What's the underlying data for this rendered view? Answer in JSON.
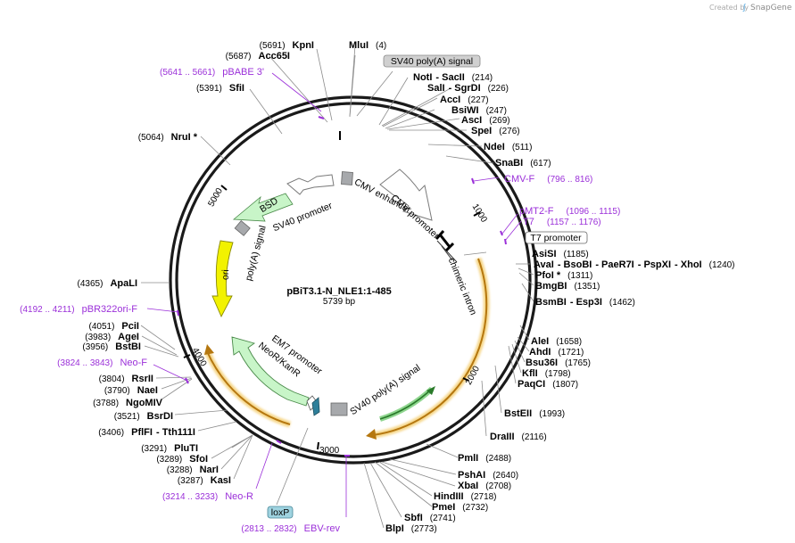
{
  "brand": {
    "created_by": "Created by",
    "name": "SnapGene"
  },
  "map": {
    "name": "pBiT3.1-N_NLE1:1-485",
    "length": "5739 bp",
    "ticks": [
      {
        "label": "1000",
        "bp": 1000
      },
      {
        "label": "2000",
        "bp": 2000
      },
      {
        "label": "3000",
        "bp": 3000
      },
      {
        "label": "4000",
        "bp": 4000
      },
      {
        "label": "5000",
        "bp": 5000
      }
    ]
  },
  "enzymes": [
    {
      "name": "MluI",
      "pos": "(4)",
      "side": "right"
    },
    {
      "name": "KpnI",
      "pos": "(5691)",
      "side": "left"
    },
    {
      "name": "Acc65I",
      "pos": "(5687)",
      "side": "left"
    },
    {
      "name": "SfiI",
      "pos": "(5391)",
      "side": "left"
    },
    {
      "name": "NruI *",
      "pos": "(5064)",
      "side": "left"
    },
    {
      "name": "NotI",
      "name2": "SacII",
      "pos": "(214)",
      "side": "right"
    },
    {
      "name": "SalI",
      "name2": "SgrDI",
      "pos": "(226)",
      "side": "right"
    },
    {
      "name": "AccI",
      "pos": "(227)",
      "side": "right"
    },
    {
      "name": "BsiWI",
      "pos": "(247)",
      "side": "right"
    },
    {
      "name": "AscI",
      "pos": "(269)",
      "side": "right"
    },
    {
      "name": "SpeI",
      "pos": "(276)",
      "side": "right"
    },
    {
      "name": "NdeI",
      "pos": "(511)",
      "side": "right"
    },
    {
      "name": "SnaBI",
      "pos": "(617)",
      "side": "right"
    },
    {
      "name": "AsiSI",
      "pos": "(1185)",
      "side": "right"
    },
    {
      "name": "AvaI",
      "name2": "BsoBI",
      "name3": "PaeR7I",
      "name4": "PspXI",
      "name5": "XhoI",
      "pos": "(1240)",
      "side": "right"
    },
    {
      "name": "PfoI *",
      "pos": "(1311)",
      "side": "right"
    },
    {
      "name": "BmgBI",
      "pos": "(1351)",
      "side": "right"
    },
    {
      "name": "BsmBI",
      "name2": "Esp3I",
      "pos": "(1462)",
      "side": "right"
    },
    {
      "name": "AleI",
      "pos": "(1658)",
      "side": "right"
    },
    {
      "name": "AhdI",
      "pos": "(1721)",
      "side": "right"
    },
    {
      "name": "Bsu36I",
      "pos": "(1765)",
      "side": "right"
    },
    {
      "name": "KflI",
      "pos": "(1798)",
      "side": "right"
    },
    {
      "name": "PaqCI",
      "pos": "(1807)",
      "side": "right"
    },
    {
      "name": "BstEII",
      "pos": "(1993)",
      "side": "right"
    },
    {
      "name": "DraIII",
      "pos": "(2116)",
      "side": "right"
    },
    {
      "name": "PmlI",
      "pos": "(2488)",
      "side": "right"
    },
    {
      "name": "PshAI",
      "pos": "(2640)",
      "side": "right"
    },
    {
      "name": "XbaI",
      "pos": "(2708)",
      "side": "right"
    },
    {
      "name": "HindIII",
      "pos": "(2718)",
      "side": "right"
    },
    {
      "name": "PmeI",
      "pos": "(2732)",
      "side": "right"
    },
    {
      "name": "SbfI",
      "pos": "(2741)",
      "side": "right"
    },
    {
      "name": "BlpI",
      "pos": "(2773)",
      "side": "right"
    },
    {
      "name": "KasI",
      "pos": "(3287)",
      "side": "left"
    },
    {
      "name": "NarI",
      "pos": "(3288)",
      "side": "left"
    },
    {
      "name": "SfoI",
      "pos": "(3289)",
      "side": "left"
    },
    {
      "name": "PluTI",
      "pos": "(3291)",
      "side": "left"
    },
    {
      "name": "PflFI",
      "name2": "Tth111I",
      "pos": "(3406)",
      "side": "left"
    },
    {
      "name": "BsrDI",
      "pos": "(3521)",
      "side": "left"
    },
    {
      "name": "NgoMIV",
      "pos": "(3788)",
      "side": "left"
    },
    {
      "name": "NaeI",
      "pos": "(3790)",
      "side": "left"
    },
    {
      "name": "RsrII",
      "pos": "(3804)",
      "side": "left"
    },
    {
      "name": "BstBI",
      "pos": "(3956)",
      "side": "left"
    },
    {
      "name": "AgeI",
      "pos": "(3983)",
      "side": "left"
    },
    {
      "name": "PciI",
      "pos": "(4051)",
      "side": "left"
    },
    {
      "name": "ApaLI",
      "pos": "(4365)",
      "side": "left"
    }
  ],
  "primers": [
    {
      "name": "pBABE 3'",
      "range": "(5641 .. 5661)"
    },
    {
      "name": "CMV-F",
      "range": "(796 .. 816)"
    },
    {
      "name": "pMT2-F",
      "range": "(1096 .. 1115)"
    },
    {
      "name": "T7",
      "range": "(1157 .. 1176)"
    },
    {
      "name": "pBR322ori-F",
      "range": "(4192 .. 4211)"
    },
    {
      "name": "Neo-F",
      "range": "(3824 .. 3843)"
    },
    {
      "name": "Neo-R",
      "range": "(3214 .. 3233)"
    },
    {
      "name": "EBV-rev",
      "range": "(2813 .. 2832)"
    }
  ],
  "features": {
    "sv40_polya_top": "SV40 poly(A) signal",
    "t7_promoter": "T7 promoter",
    "loxp": "loxP",
    "bsd": "BSD",
    "sv40_promoter": "SV40 promoter",
    "cmv_enhancer": "CMV enhancer",
    "cmv_promoter": "CMV promoter",
    "chimeric_intron": "chimeric intron",
    "polya_left": "poly(A) signal",
    "ori": "ori",
    "em7_promoter": "EM7 promoter",
    "neor": "NeoR/KanR",
    "sv40_polya_bottom": "SV40 poly(A) signal"
  },
  "colors": {
    "primer": "#9b30d9",
    "marker_gene": "#c8f5c8",
    "ori": "#f2f200",
    "orf_gold": "#e6a52e",
    "orf_green": "#2a9d2a",
    "promoter_fill": "#ffffff",
    "polya_box": "#a7a9ac"
  }
}
